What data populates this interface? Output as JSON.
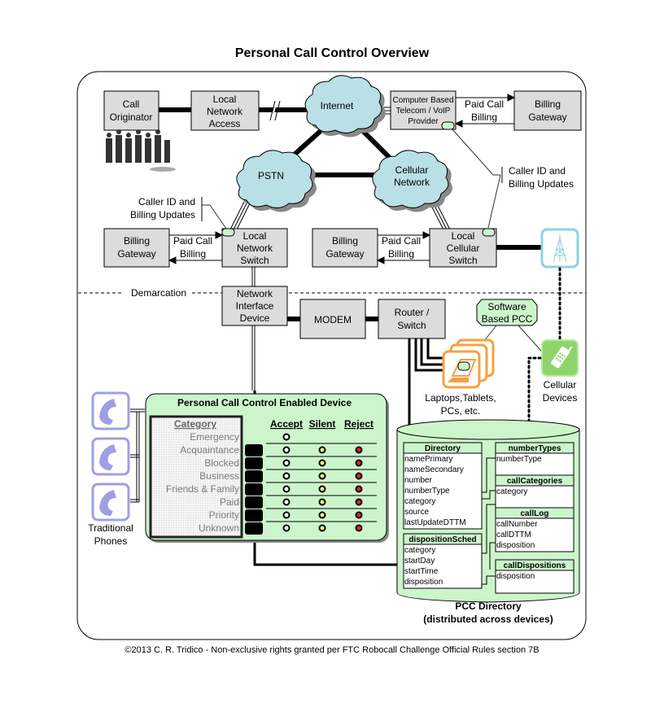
{
  "title": "Personal Call Control Overview",
  "nodes": {
    "call_originator": [
      "Call",
      "Originator"
    ],
    "local_network_access": [
      "Local",
      "Network",
      "Access"
    ],
    "internet": "Internet",
    "pstn": "PSTN",
    "cellular_network": [
      "Cellular",
      "Network"
    ],
    "voip_provider": [
      "Computer Based",
      "Telecom / VoIP",
      "Provider"
    ],
    "billing_gateway_top": [
      "Billing",
      "Gateway"
    ],
    "billing_gateway_left": [
      "Billing",
      "Gateway"
    ],
    "billing_gateway_mid": [
      "Billing",
      "Gateway"
    ],
    "local_network_switch": [
      "Local",
      "Network",
      "Switch"
    ],
    "local_cellular_switch": [
      "Local",
      "Cellular",
      "Switch"
    ],
    "network_interface_device": [
      "Network",
      "Interface",
      "Device"
    ],
    "modem": "MODEM",
    "router_switch": [
      "Router /",
      "Switch"
    ],
    "software_pcc": [
      "Software",
      "Based PCC"
    ]
  },
  "edge_labels": {
    "paid_call_billing": [
      "Paid Call",
      "Billing"
    ],
    "caller_id_updates": [
      "Caller ID and",
      "Billing Updates"
    ],
    "demarcation": "Demarcation"
  },
  "device_labels": {
    "laptops": [
      "Laptops,Tablets,",
      "PCs, etc."
    ],
    "cellular_devices": [
      "Cellular",
      "Devices"
    ],
    "traditional_phones": [
      "Traditional",
      "Phones"
    ]
  },
  "pcc_device": {
    "title": "Personal Call Control Enabled Device",
    "category_header": "Category",
    "columns": [
      "Accept",
      "Silent",
      "Reject"
    ],
    "categories": [
      {
        "name": "Emergency",
        "accept": true,
        "silent": false,
        "reject": false
      },
      {
        "name": "Acquaintance",
        "accept": true,
        "silent": true,
        "reject": true
      },
      {
        "name": "Blocked",
        "accept": true,
        "silent": true,
        "reject": true
      },
      {
        "name": "Business",
        "accept": true,
        "silent": true,
        "reject": true
      },
      {
        "name": "Friends & Family",
        "accept": true,
        "silent": true,
        "reject": true
      },
      {
        "name": "Paid",
        "accept": true,
        "silent": true,
        "reject": true
      },
      {
        "name": "Priority",
        "accept": true,
        "silent": true,
        "reject": true
      },
      {
        "name": "Unknown",
        "accept": true,
        "silent": true,
        "reject": true
      }
    ],
    "colors": {
      "accept": "#ffffff",
      "silent": "#f5ec7a",
      "reject": "#e8202a",
      "panel": "#ccf5cc"
    }
  },
  "pcc_directory": {
    "caption": [
      "PCC Directory",
      "(distributed across devices)"
    ],
    "tables": [
      {
        "name": "Directory",
        "fields": [
          "namePrimary",
          "nameSecondary",
          "number",
          "numberType",
          "category",
          "source",
          "lastUpdateDTTM"
        ]
      },
      {
        "name": "dispositionSched",
        "fields": [
          "category",
          "startDay",
          "startTime",
          "disposition"
        ]
      },
      {
        "name": "numberTypes",
        "fields": [
          "numberType"
        ]
      },
      {
        "name": "callCategories",
        "fields": [
          "category"
        ]
      },
      {
        "name": "callLog",
        "fields": [
          "callNumber",
          "callDTTM",
          "disposition"
        ]
      },
      {
        "name": "callDispositions",
        "fields": [
          "disposition"
        ]
      }
    ]
  },
  "footer": "©2013 C. R. Tridico - Non-exclusive rights granted per FTC Robocall Challenge Official Rules section 7B",
  "colors": {
    "cloud": "#b9e0e6",
    "box": "#dcdcdc",
    "green": "#ccf5cc",
    "orange": "#f7a040",
    "tower": "#8fd3dc",
    "phone": "#9f9fe6",
    "cell": "#8ed46a"
  }
}
